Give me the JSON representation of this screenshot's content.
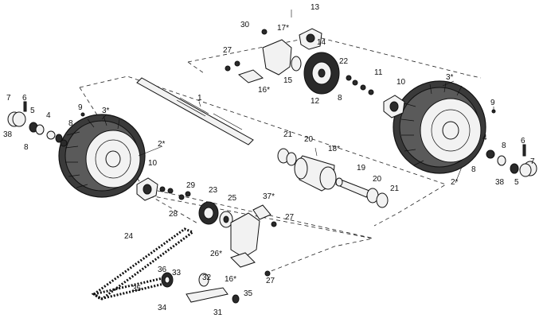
{
  "labels": {
    "l1": "1",
    "l2a": "2*",
    "l2b": "2*",
    "l3a": "3*",
    "l3b": "3*",
    "l4a": "4",
    "l4b": "4",
    "l5a": "5",
    "l5b": "5",
    "l6a": "6",
    "l6b": "6",
    "l7a": "7",
    "l7b": "7",
    "l8a": "8",
    "l8b": "8",
    "l8c": "8",
    "l8d": "8",
    "l8e": "8",
    "l9a": "9",
    "l9b": "9",
    "l10a": "10",
    "l10b": "10",
    "l11": "11",
    "l12": "12",
    "l13": "13",
    "l14": "14",
    "l15": "15",
    "l16a": "16*",
    "l16b": "16*",
    "l17": "17*",
    "l18": "18*",
    "l19": "19",
    "l20a": "20",
    "l20b": "20",
    "l21a": "21",
    "l21b": "21",
    "l22": "22",
    "l23": "23",
    "l24": "24",
    "l25": "25",
    "l26": "26*",
    "l27a": "27",
    "l27b": "27",
    "l27c": "27",
    "l28": "28",
    "l29": "29",
    "l30": "30",
    "l31": "31",
    "l32": "32",
    "l33": "33",
    "l34": "34",
    "l35a": "35",
    "l35b": "35",
    "l36": "36",
    "l37": "37*",
    "l38a": "38",
    "l38b": "38"
  }
}
